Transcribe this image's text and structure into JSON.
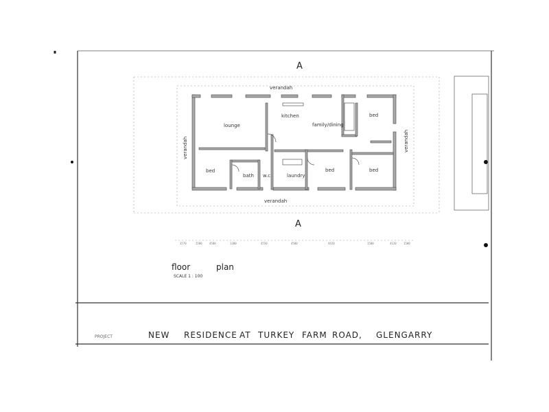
{
  "section_marker": "A",
  "rooms": {
    "lounge": "lounge",
    "kitchen": "kitchen",
    "family_dining": "family/dining",
    "bed_ne": "bed",
    "bed_w": "bed",
    "bath": "bath",
    "wc": "w.c",
    "laundry": "laundry",
    "bed_mid": "bed",
    "bed_e": "bed"
  },
  "verandah": {
    "top": "verandah",
    "bottom": "verandah",
    "left": "verandah",
    "right": "verandah"
  },
  "dims_bottom": [
    "3570",
    "1500",
    "4500",
    "1300",
    "4550",
    "4500",
    "4420",
    "1500",
    "4120",
    "1500"
  ],
  "drawing": {
    "title_word1": "floor",
    "title_word2": "plan",
    "scale": "SCALE  1 : 100"
  },
  "project": {
    "label": "PROJECT",
    "words": [
      "NEW",
      "RESIDENCE",
      "AT",
      "TURKEY",
      "FARM",
      "ROAD,",
      "GLENGARRY"
    ]
  }
}
